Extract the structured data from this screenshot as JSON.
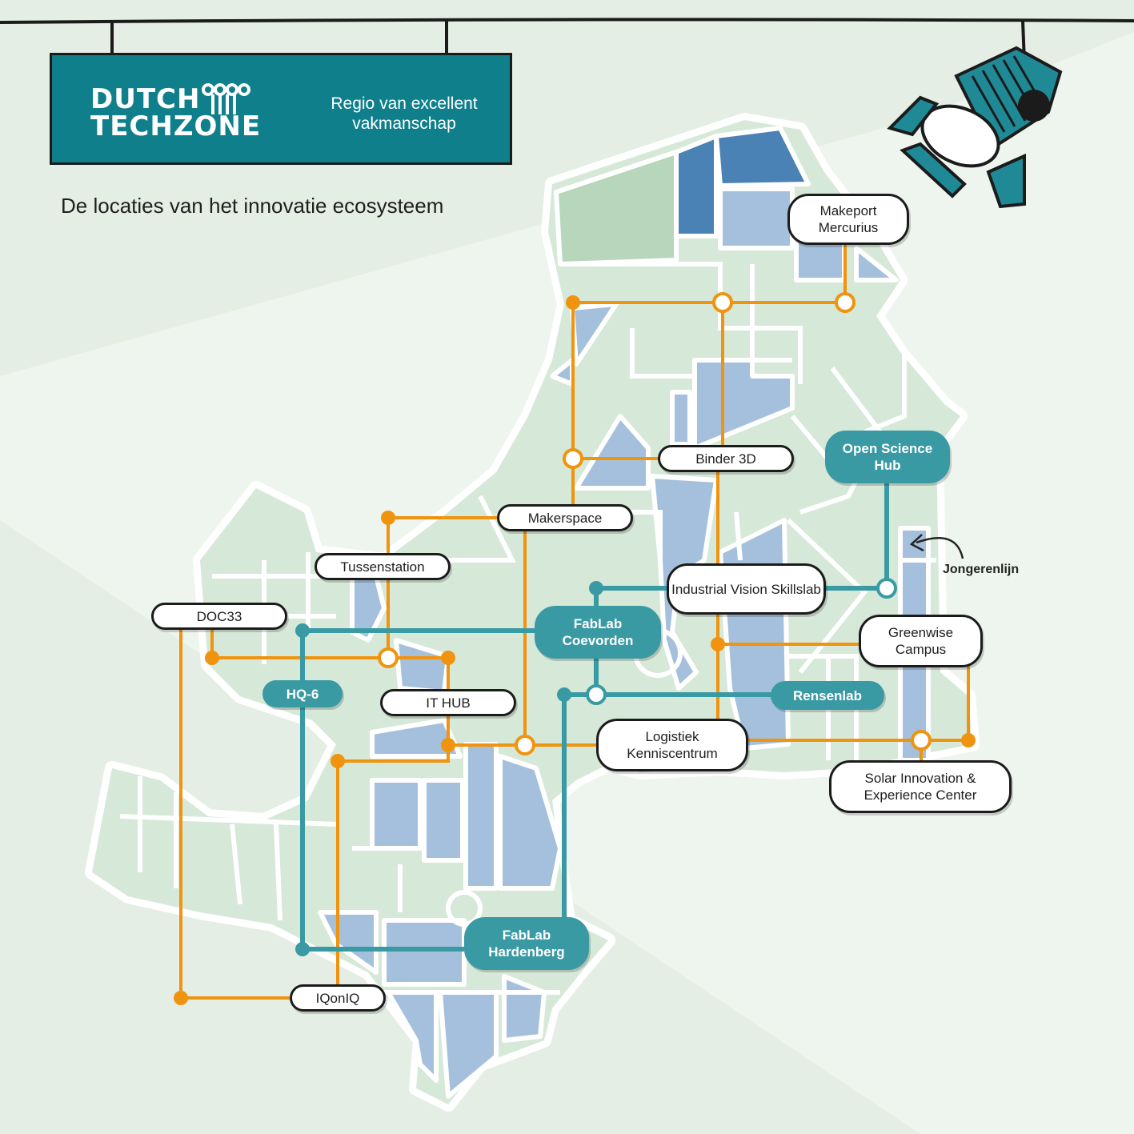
{
  "header": {
    "logo_line1": "DUTCH",
    "logo_line2": "TECHZONE",
    "tagline": "Regio van excellent vakmanschap",
    "subtitle": "De locaties van het innovatie ecosysteem"
  },
  "legend": {
    "jongerenlijn_label": "Jongerenlijn"
  },
  "colors": {
    "teal_line": "#3a9aa4",
    "orange_line": "#f0930e",
    "sign_bg": "#0f7f8c",
    "map_light": "#d6e8d8",
    "map_blue": "#a5c0dc",
    "map_darkblue": "#4a82b5",
    "map_green": "#b7d6bc"
  },
  "locations": [
    {
      "id": "makeport",
      "label": "Makeport Mercurius",
      "style": "white"
    },
    {
      "id": "open-science-hub",
      "label": "Open Science Hub",
      "style": "teal"
    },
    {
      "id": "binder-3d",
      "label": "Binder 3D",
      "style": "white"
    },
    {
      "id": "makerspace",
      "label": "Makerspace",
      "style": "white"
    },
    {
      "id": "tussenstation",
      "label": "Tussenstation",
      "style": "white"
    },
    {
      "id": "industrial-vision",
      "label": "Industrial Vision Skillslab",
      "style": "white"
    },
    {
      "id": "doc33",
      "label": "DOC33",
      "style": "white"
    },
    {
      "id": "fablab-coevorden",
      "label": "FabLab Coevorden",
      "style": "teal"
    },
    {
      "id": "greenwise",
      "label": "Greenwise Campus",
      "style": "white"
    },
    {
      "id": "hq6",
      "label": "HQ-6",
      "style": "teal"
    },
    {
      "id": "it-hub",
      "label": "IT HUB",
      "style": "white"
    },
    {
      "id": "rensenlab",
      "label": "Rensenlab",
      "style": "teal"
    },
    {
      "id": "logistiek",
      "label": "Logistiek Kenniscentrum",
      "style": "white"
    },
    {
      "id": "solar",
      "label": "Solar Innovation & Experience Center",
      "style": "white"
    },
    {
      "id": "fablab-hardenberg",
      "label": "FabLab Hardenberg",
      "style": "teal"
    },
    {
      "id": "iqoniq",
      "label": "IQonIQ",
      "style": "white"
    }
  ]
}
